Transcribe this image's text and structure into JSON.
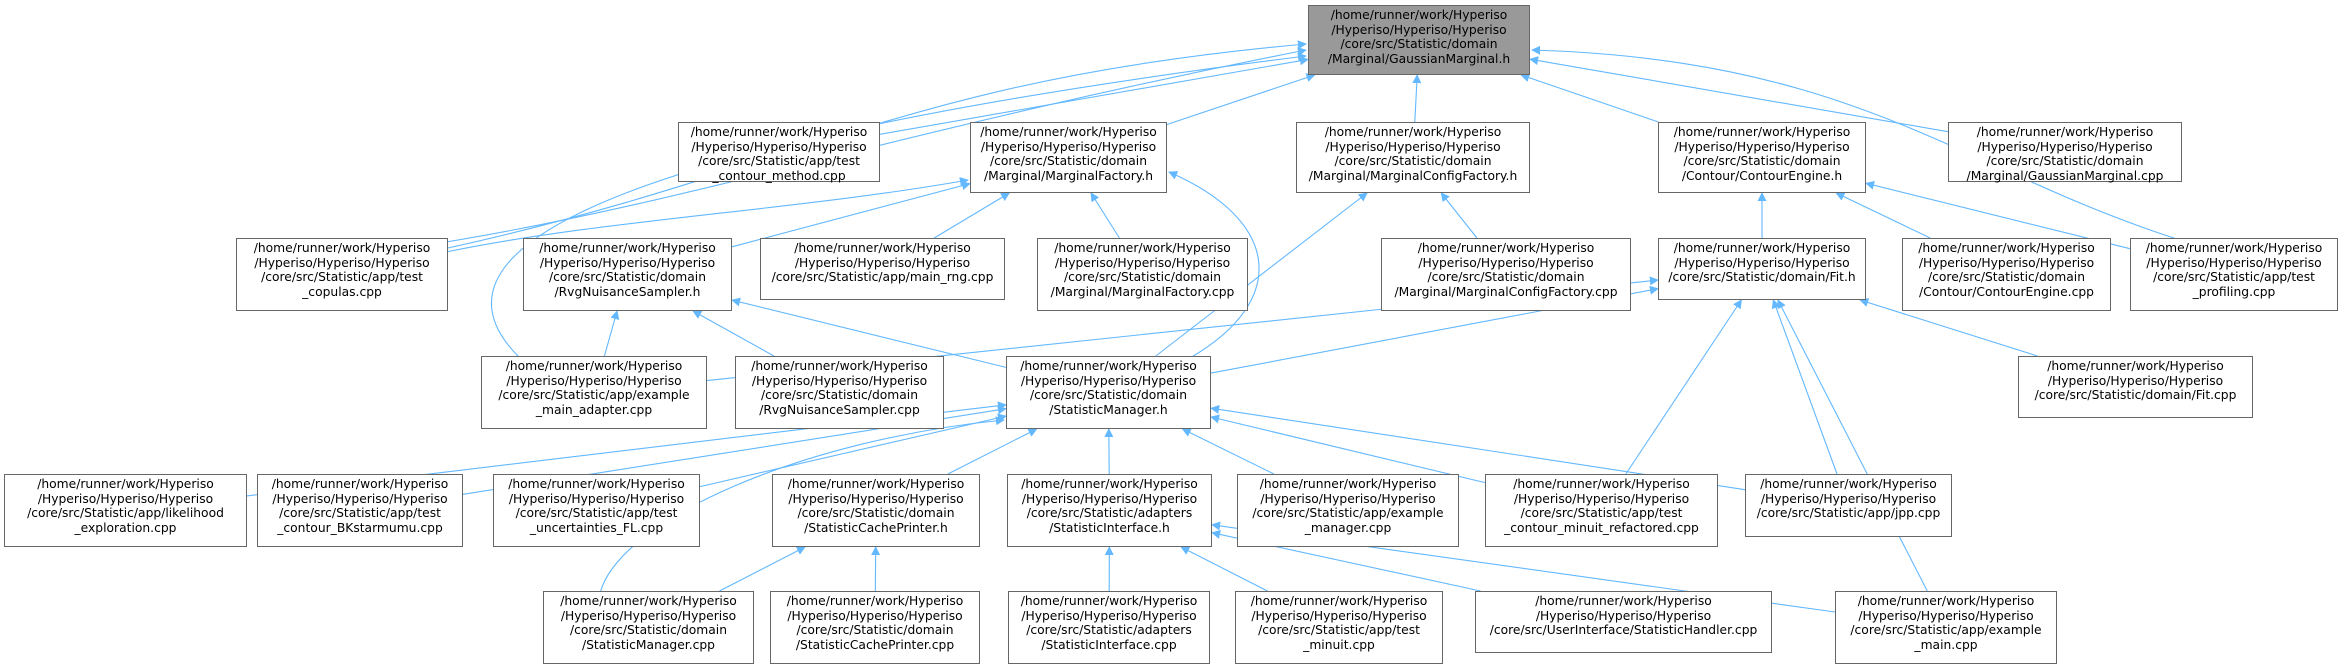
{
  "colors": {
    "edge": "#63b8ff",
    "border": "#666666",
    "root_fill": "#999999",
    "fill": "#ffffff"
  },
  "diagram": {
    "type": "include-dependency-graph",
    "nodes": [
      {
        "id": "gaussian_marginal_h",
        "lines": [
          "/home/runner/work/Hyperiso",
          "/Hyperiso/Hyperiso/Hyperiso",
          "/core/src/Statistic/domain",
          "/Marginal/GaussianMarginal.h"
        ]
      },
      {
        "id": "test_contour_method_cpp",
        "lines": [
          "/home/runner/work/Hyperiso",
          "/Hyperiso/Hyperiso/Hyperiso",
          "/core/src/Statistic/app/test",
          "_contour_method.cpp"
        ]
      },
      {
        "id": "marginal_factory_h",
        "lines": [
          "/home/runner/work/Hyperiso",
          "/Hyperiso/Hyperiso/Hyperiso",
          "/core/src/Statistic/domain",
          "/Marginal/MarginalFactory.h"
        ]
      },
      {
        "id": "marginal_config_factory_h",
        "lines": [
          "/home/runner/work/Hyperiso",
          "/Hyperiso/Hyperiso/Hyperiso",
          "/core/src/Statistic/domain",
          "/Marginal/MarginalConfigFactory.h"
        ]
      },
      {
        "id": "contour_engine_h",
        "lines": [
          "/home/runner/work/Hyperiso",
          "/Hyperiso/Hyperiso/Hyperiso",
          "/core/src/Statistic/domain",
          "/Contour/ContourEngine.h"
        ]
      },
      {
        "id": "gaussian_marginal_cpp",
        "lines": [
          "/home/runner/work/Hyperiso",
          "/Hyperiso/Hyperiso/Hyperiso",
          "/core/src/Statistic/domain",
          "/Marginal/GaussianMarginal.cpp"
        ]
      },
      {
        "id": "test_copulas_cpp",
        "lines": [
          "/home/runner/work/Hyperiso",
          "/Hyperiso/Hyperiso/Hyperiso",
          "/core/src/Statistic/app/test",
          "_copulas.cpp"
        ]
      },
      {
        "id": "rvg_nuisance_sampler_h",
        "lines": [
          "/home/runner/work/Hyperiso",
          "/Hyperiso/Hyperiso/Hyperiso",
          "/core/src/Statistic/domain",
          "/RvgNuisanceSampler.h"
        ]
      },
      {
        "id": "main_rng_cpp",
        "lines": [
          "/home/runner/work/Hyperiso",
          "/Hyperiso/Hyperiso/Hyperiso",
          "/core/src/Statistic/app/main_rng.cpp"
        ]
      },
      {
        "id": "marginal_factory_cpp",
        "lines": [
          "/home/runner/work/Hyperiso",
          "/Hyperiso/Hyperiso/Hyperiso",
          "/core/src/Statistic/domain",
          "/Marginal/MarginalFactory.cpp"
        ]
      },
      {
        "id": "marginal_config_factory_cpp",
        "lines": [
          "/home/runner/work/Hyperiso",
          "/Hyperiso/Hyperiso/Hyperiso",
          "/core/src/Statistic/domain",
          "/Marginal/MarginalConfigFactory.cpp"
        ]
      },
      {
        "id": "fit_h",
        "lines": [
          "/home/runner/work/Hyperiso",
          "/Hyperiso/Hyperiso/Hyperiso",
          "/core/src/Statistic/domain/Fit.h"
        ]
      },
      {
        "id": "contour_engine_cpp",
        "lines": [
          "/home/runner/work/Hyperiso",
          "/Hyperiso/Hyperiso/Hyperiso",
          "/core/src/Statistic/domain",
          "/Contour/ContourEngine.cpp"
        ]
      },
      {
        "id": "test_profiling_cpp",
        "lines": [
          "/home/runner/work/Hyperiso",
          "/Hyperiso/Hyperiso/Hyperiso",
          "/core/src/Statistic/app/test",
          "_profiling.cpp"
        ]
      },
      {
        "id": "example_main_adapter_cpp",
        "lines": [
          "/home/runner/work/Hyperiso",
          "/Hyperiso/Hyperiso/Hyperiso",
          "/core/src/Statistic/app/example",
          "_main_adapter.cpp"
        ]
      },
      {
        "id": "rvg_nuisance_sampler_cpp",
        "lines": [
          "/home/runner/work/Hyperiso",
          "/Hyperiso/Hyperiso/Hyperiso",
          "/core/src/Statistic/domain",
          "/RvgNuisanceSampler.cpp"
        ]
      },
      {
        "id": "statistic_manager_h",
        "lines": [
          "/home/runner/work/Hyperiso",
          "/Hyperiso/Hyperiso/Hyperiso",
          "/core/src/Statistic/domain",
          "/StatisticManager.h"
        ]
      },
      {
        "id": "fit_cpp",
        "lines": [
          "/home/runner/work/Hyperiso",
          "/Hyperiso/Hyperiso/Hyperiso",
          "/core/src/Statistic/domain/Fit.cpp"
        ]
      },
      {
        "id": "likelihood_exploration_cpp",
        "lines": [
          "/home/runner/work/Hyperiso",
          "/Hyperiso/Hyperiso/Hyperiso",
          "/core/src/Statistic/app/likelihood",
          "_exploration.cpp"
        ]
      },
      {
        "id": "test_contour_bkstarmumu_cpp",
        "lines": [
          "/home/runner/work/Hyperiso",
          "/Hyperiso/Hyperiso/Hyperiso",
          "/core/src/Statistic/app/test",
          "_contour_BKstarmumu.cpp"
        ]
      },
      {
        "id": "test_uncertainties_fl_cpp",
        "lines": [
          "/home/runner/work/Hyperiso",
          "/Hyperiso/Hyperiso/Hyperiso",
          "/core/src/Statistic/app/test",
          "_uncertainties_FL.cpp"
        ]
      },
      {
        "id": "statistic_cache_printer_h",
        "lines": [
          "/home/runner/work/Hyperiso",
          "/Hyperiso/Hyperiso/Hyperiso",
          "/core/src/Statistic/domain",
          "/StatisticCachePrinter.h"
        ]
      },
      {
        "id": "statistic_interface_h",
        "lines": [
          "/home/runner/work/Hyperiso",
          "/Hyperiso/Hyperiso/Hyperiso",
          "/core/src/Statistic/adapters",
          "/StatisticInterface.h"
        ]
      },
      {
        "id": "example_manager_cpp",
        "lines": [
          "/home/runner/work/Hyperiso",
          "/Hyperiso/Hyperiso/Hyperiso",
          "/core/src/Statistic/app/example",
          "_manager.cpp"
        ]
      },
      {
        "id": "test_contour_minuit_refactored_cpp",
        "lines": [
          "/home/runner/work/Hyperiso",
          "/Hyperiso/Hyperiso/Hyperiso",
          "/core/src/Statistic/app/test",
          "_contour_minuit_refactored.cpp"
        ]
      },
      {
        "id": "jpp_cpp",
        "lines": [
          "/home/runner/work/Hyperiso",
          "/Hyperiso/Hyperiso/Hyperiso",
          "/core/src/Statistic/app/jpp.cpp"
        ]
      },
      {
        "id": "statistic_manager_cpp",
        "lines": [
          "/home/runner/work/Hyperiso",
          "/Hyperiso/Hyperiso/Hyperiso",
          "/core/src/Statistic/domain",
          "/StatisticManager.cpp"
        ]
      },
      {
        "id": "statistic_cache_printer_cpp",
        "lines": [
          "/home/runner/work/Hyperiso",
          "/Hyperiso/Hyperiso/Hyperiso",
          "/core/src/Statistic/domain",
          "/StatisticCachePrinter.cpp"
        ]
      },
      {
        "id": "statistic_interface_cpp",
        "lines": [
          "/home/runner/work/Hyperiso",
          "/Hyperiso/Hyperiso/Hyperiso",
          "/core/src/Statistic/adapters",
          "/StatisticInterface.cpp"
        ]
      },
      {
        "id": "test_minuit_cpp",
        "lines": [
          "/home/runner/work/Hyperiso",
          "/Hyperiso/Hyperiso/Hyperiso",
          "/core/src/Statistic/app/test",
          "_minuit.cpp"
        ]
      },
      {
        "id": "statistic_handler_cpp",
        "lines": [
          "/home/runner/work/Hyperiso",
          "/Hyperiso/Hyperiso/Hyperiso",
          "/core/src/UserInterface/StatisticHandler.cpp"
        ]
      },
      {
        "id": "example_main_cpp",
        "lines": [
          "/home/runner/work/Hyperiso",
          "/Hyperiso/Hyperiso/Hyperiso",
          "/core/src/Statistic/app/example",
          "_main.cpp"
        ]
      }
    ],
    "edges": [
      [
        "test_contour_method_cpp",
        "gaussian_marginal_h"
      ],
      [
        "marginal_factory_h",
        "gaussian_marginal_h"
      ],
      [
        "marginal_config_factory_h",
        "gaussian_marginal_h"
      ],
      [
        "contour_engine_h",
        "gaussian_marginal_h"
      ],
      [
        "gaussian_marginal_cpp",
        "gaussian_marginal_h"
      ],
      [
        "test_copulas_cpp",
        "gaussian_marginal_h"
      ],
      [
        "rvg_nuisance_sampler_h",
        "gaussian_marginal_h"
      ],
      [
        "example_main_adapter_cpp",
        "gaussian_marginal_h"
      ],
      [
        "test_profiling_cpp",
        "gaussian_marginal_h"
      ],
      [
        "test_copulas_cpp",
        "marginal_factory_h"
      ],
      [
        "rvg_nuisance_sampler_h",
        "marginal_factory_h"
      ],
      [
        "main_rng_cpp",
        "marginal_factory_h"
      ],
      [
        "marginal_factory_cpp",
        "marginal_factory_h"
      ],
      [
        "statistic_manager_h",
        "marginal_factory_h"
      ],
      [
        "marginal_config_factory_cpp",
        "marginal_config_factory_h"
      ],
      [
        "statistic_manager_h",
        "marginal_config_factory_h"
      ],
      [
        "fit_h",
        "contour_engine_h"
      ],
      [
        "contour_engine_cpp",
        "contour_engine_h"
      ],
      [
        "test_profiling_cpp",
        "contour_engine_h"
      ],
      [
        "example_main_adapter_cpp",
        "rvg_nuisance_sampler_h"
      ],
      [
        "rvg_nuisance_sampler_cpp",
        "rvg_nuisance_sampler_h"
      ],
      [
        "statistic_manager_h",
        "rvg_nuisance_sampler_h"
      ],
      [
        "example_main_adapter_cpp",
        "fit_h"
      ],
      [
        "statistic_manager_h",
        "fit_h"
      ],
      [
        "fit_cpp",
        "fit_h"
      ],
      [
        "test_contour_minuit_refactored_cpp",
        "fit_h"
      ],
      [
        "jpp_cpp",
        "fit_h"
      ],
      [
        "example_main_cpp",
        "fit_h"
      ],
      [
        "likelihood_exploration_cpp",
        "statistic_manager_h"
      ],
      [
        "test_contour_bkstarmumu_cpp",
        "statistic_manager_h"
      ],
      [
        "test_uncertainties_fl_cpp",
        "statistic_manager_h"
      ],
      [
        "statistic_cache_printer_h",
        "statistic_manager_h"
      ],
      [
        "statistic_interface_h",
        "statistic_manager_h"
      ],
      [
        "example_manager_cpp",
        "statistic_manager_h"
      ],
      [
        "test_contour_minuit_refactored_cpp",
        "statistic_manager_h"
      ],
      [
        "jpp_cpp",
        "statistic_manager_h"
      ],
      [
        "statistic_manager_cpp",
        "statistic_manager_h"
      ],
      [
        "statistic_manager_cpp",
        "statistic_cache_printer_h"
      ],
      [
        "statistic_cache_printer_cpp",
        "statistic_cache_printer_h"
      ],
      [
        "statistic_interface_cpp",
        "statistic_interface_h"
      ],
      [
        "test_minuit_cpp",
        "statistic_interface_h"
      ],
      [
        "statistic_handler_cpp",
        "statistic_interface_h"
      ],
      [
        "example_main_cpp",
        "statistic_interface_h"
      ]
    ]
  }
}
